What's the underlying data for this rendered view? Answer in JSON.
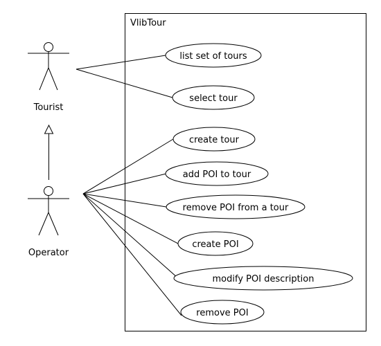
{
  "system": {
    "title": "VlibTour"
  },
  "actors": {
    "tourist": {
      "label": "Tourist"
    },
    "operator": {
      "label": "Operator"
    }
  },
  "use_cases": [
    {
      "id": "list-set-of-tours",
      "label": "list set of tours",
      "actor": "tourist"
    },
    {
      "id": "select-tour",
      "label": "select tour",
      "actor": "tourist"
    },
    {
      "id": "create-tour",
      "label": "create tour",
      "actor": "operator"
    },
    {
      "id": "add-poi-to-tour",
      "label": "add POI to tour",
      "actor": "operator"
    },
    {
      "id": "remove-poi-from-a-tour",
      "label": "remove POI from a tour",
      "actor": "operator"
    },
    {
      "id": "create-poi",
      "label": "create POI",
      "actor": "operator"
    },
    {
      "id": "modify-poi-description",
      "label": "modify POI description",
      "actor": "operator"
    },
    {
      "id": "remove-poi",
      "label": "remove POI",
      "actor": "operator"
    }
  ],
  "generalization": {
    "from": "operator",
    "to": "tourist"
  }
}
